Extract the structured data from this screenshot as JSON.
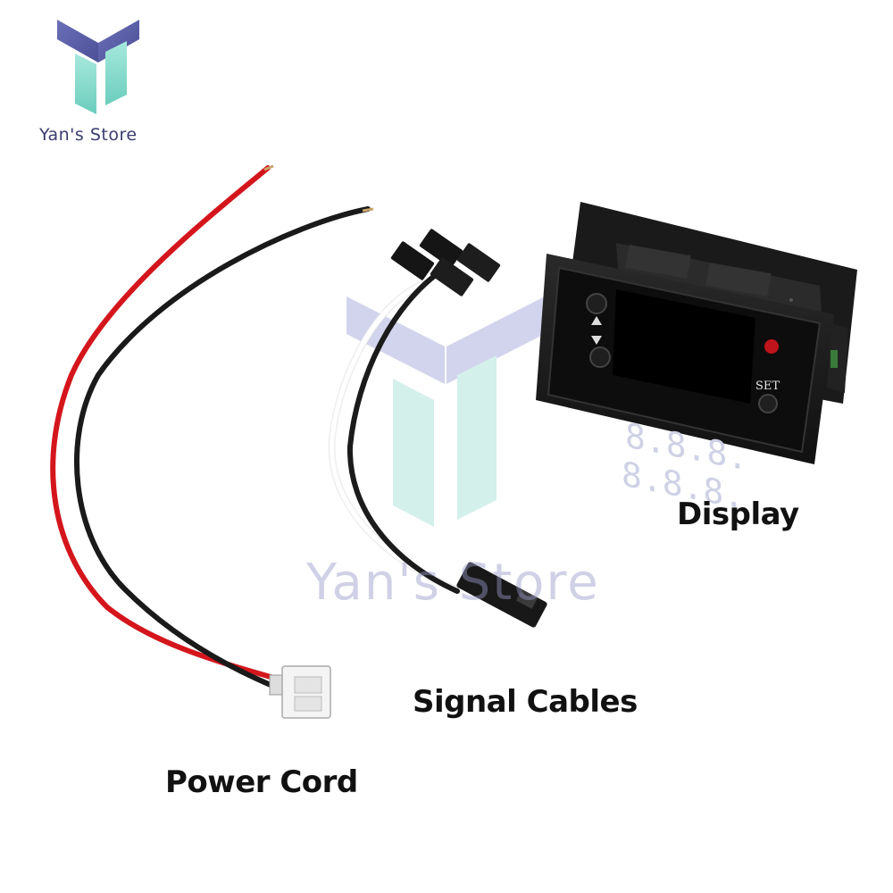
{
  "brand": {
    "name": "Yan's Store",
    "watermark": "Yan's Store",
    "colors": {
      "logo_purple": "#5b5fa8",
      "logo_teal": "#7fd7c8",
      "text": "#3a3d6e"
    }
  },
  "labels": {
    "display": "Display",
    "signal_cables": "Signal Cables",
    "power_cord": "Power Cord"
  },
  "device": {
    "button_label": "SET",
    "digits_top": "8.8.8.",
    "digits_bottom": "8.8.8.",
    "led_color": "#c0141c",
    "digit_color": "#cfd2e6"
  },
  "wires": {
    "power": [
      "red",
      "black"
    ],
    "signal": [
      "white",
      "black"
    ]
  }
}
